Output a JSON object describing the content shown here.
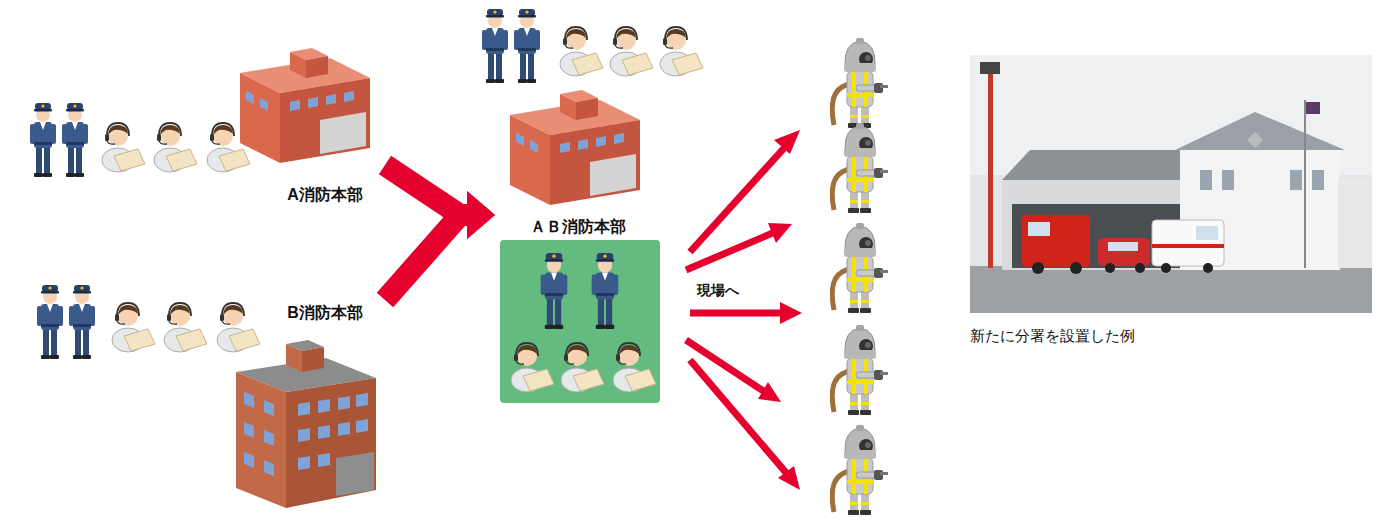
{
  "diagram": {
    "caption": "新たに分署を設置した例",
    "nodes": [
      {
        "text": [
          "A消防本部"
        ]
      },
      {
        "text": [
          "B消防本部"
        ]
      },
      {
        "text": [
          "ＡＢ消防本部"
        ]
      }
    ],
    "edges": [
      {
        "from": 0,
        "to": 2,
        "arrow": "to"
      },
      {
        "from": 1,
        "to": 2,
        "arrow": "to"
      }
    ],
    "labels": [
      "現場へ"
    ]
  }
}
